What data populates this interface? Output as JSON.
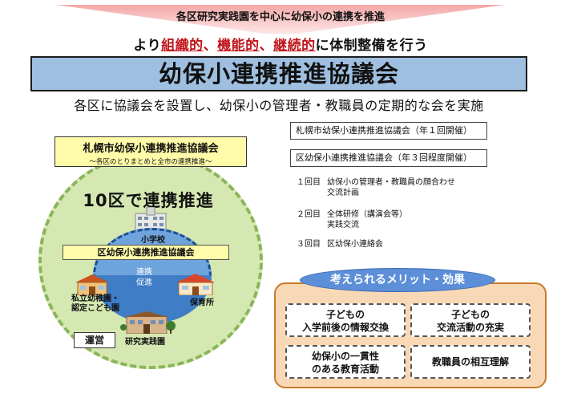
{
  "banner": {
    "top_text": "各区研究実践園を中心に幼保小の連携を推進",
    "sub_prefix": "より",
    "sub_em1": "組織的",
    "sub_sep1": "、",
    "sub_em2": "機能的",
    "sub_sep2": "、",
    "sub_em3": "継続的",
    "sub_suffix": "に体制整備を行う",
    "funnel_color": "#f4a0a0",
    "accent_red": "#c0151b"
  },
  "title": {
    "main": "幼保小連携推進協議会",
    "sub": "各区に協議会を設置し、幼保小の管理者・教職員の定期的な会を実施",
    "bg_color": "#9fbfe0"
  },
  "diagram": {
    "city_council": "札幌市幼保小連携推進協議会",
    "city_council_sub": "～各区のとりまとめと全市の連携推進～",
    "wards_title": "10区で連携推進",
    "school_label": "小学校",
    "ward_council": "区幼保小連携推進協議会",
    "promote_line1": "連携",
    "promote_line2": "促進",
    "private_line1": "私立幼稚園・",
    "private_line2": "認定こども園",
    "nursery_label": "保育所",
    "operate_label": "運営",
    "practice_label": "研究実践園",
    "icons": [
      "school-building-icon",
      "kindergarten-building-icon",
      "nursery-building-icon",
      "practice-school-building-icon"
    ]
  },
  "info": {
    "box1": "札幌市幼保小連携推進協議会（年１回開催）",
    "box2": "区幼保小連携推進協議会（年３回程度開催）",
    "schedule": [
      {
        "num": "１回目",
        "line1": "幼保小の管理者・教職員の顔合わせ",
        "line2": "交流計画"
      },
      {
        "num": "２回目",
        "line1": "全体研修（講演会等）",
        "line2": "実践交流"
      },
      {
        "num": "３回目",
        "line1": "区幼保小連絡会",
        "line2": ""
      }
    ]
  },
  "merits": {
    "header": "考えられるメリット・効果",
    "items": [
      {
        "line1": "子どもの",
        "line2": "入学前後の情報交換"
      },
      {
        "line1": "子どもの",
        "line2": "交流活動の充実"
      },
      {
        "line1": "幼保小の一貫性",
        "line2": "のある教育活動"
      },
      {
        "line1": "教職員の相互理解",
        "line2": ""
      }
    ]
  }
}
